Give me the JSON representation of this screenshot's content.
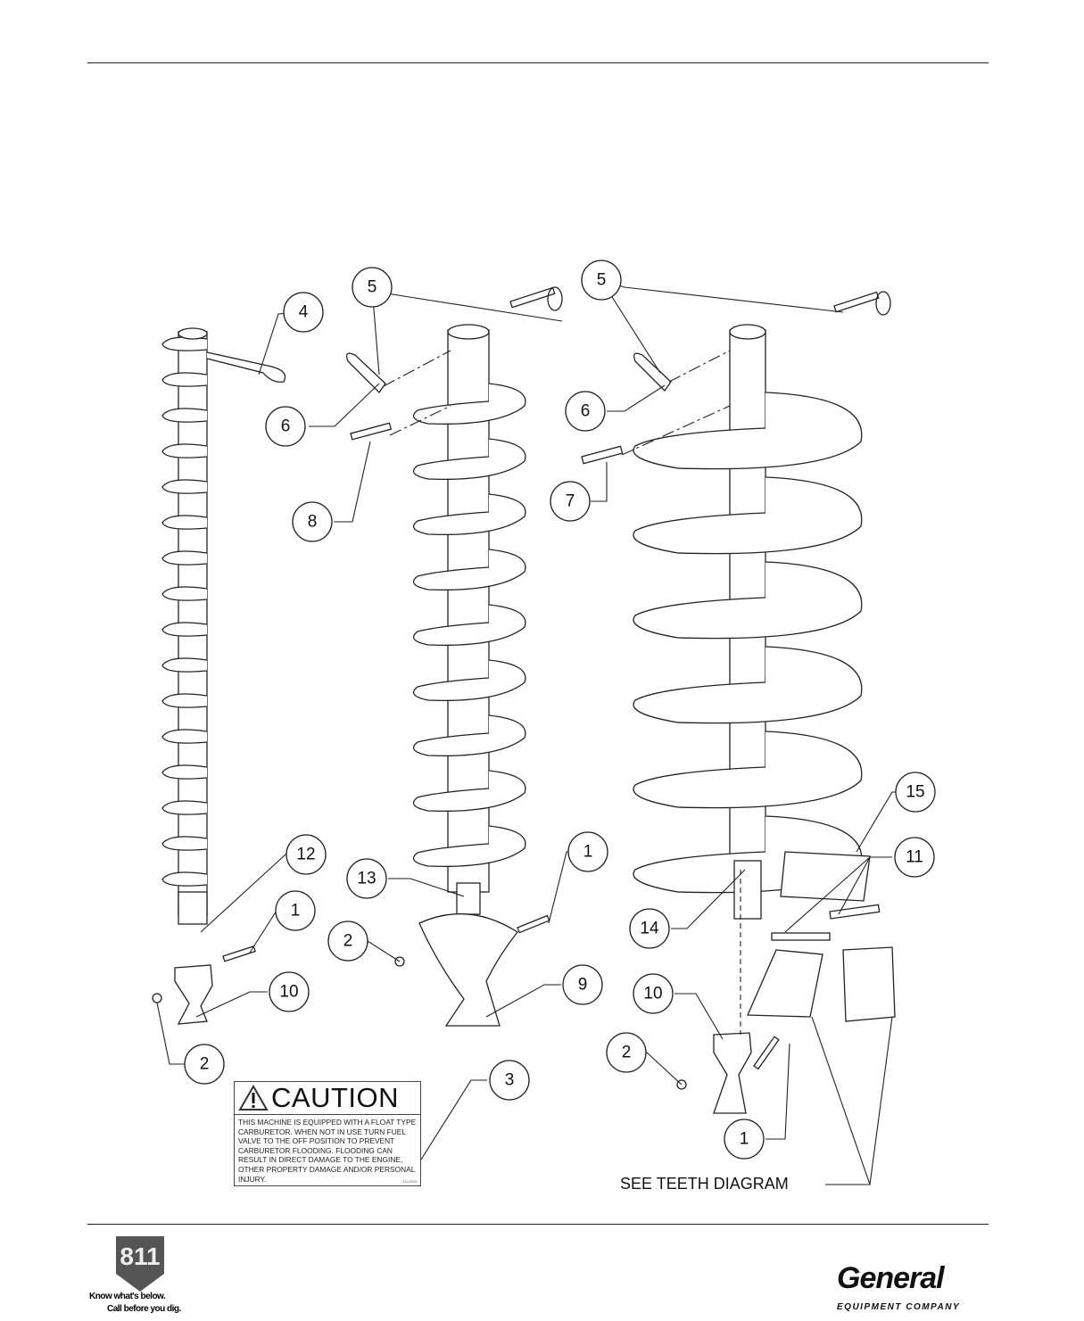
{
  "callouts": {
    "c4": "4",
    "c5a": "5",
    "c5b": "5",
    "c6a": "6",
    "c6b": "6",
    "c8": "8",
    "c7": "7",
    "c12": "12",
    "c13": "13",
    "c1a": "1",
    "c1b": "1",
    "c11": "11",
    "c15": "15",
    "c14": "14",
    "c2a": "2",
    "c10a": "10",
    "c9": "9",
    "c10b": "10",
    "c2b": "2",
    "c2c": "2",
    "c3": "3",
    "c1c": "1"
  },
  "caution_label": {
    "title": "CAUTION",
    "body": "THIS MACHINE IS EQUIPPED WITH A FLOAT TYPE CARBURETOR. WHEN NOT IN USE TURN FUEL VALVE TO THE OFF POSITION TO PREVENT CARBURETOR FLOODING. FLOODING CAN RESULT IN DIRECT DAMAGE TO THE ENGINE, OTHER PROPERTY DAMAGE AND/OR PERSONAL INJURY.",
    "code": "310-0031"
  },
  "teeth_note": "SEE TEETH DIAGRAM",
  "footer": {
    "logo_811": {
      "number": "811",
      "line1": "Know what's below.",
      "line2": "Call before you dig."
    },
    "logo_general": {
      "name": "General",
      "sub": "EQUIPMENT COMPANY"
    }
  }
}
